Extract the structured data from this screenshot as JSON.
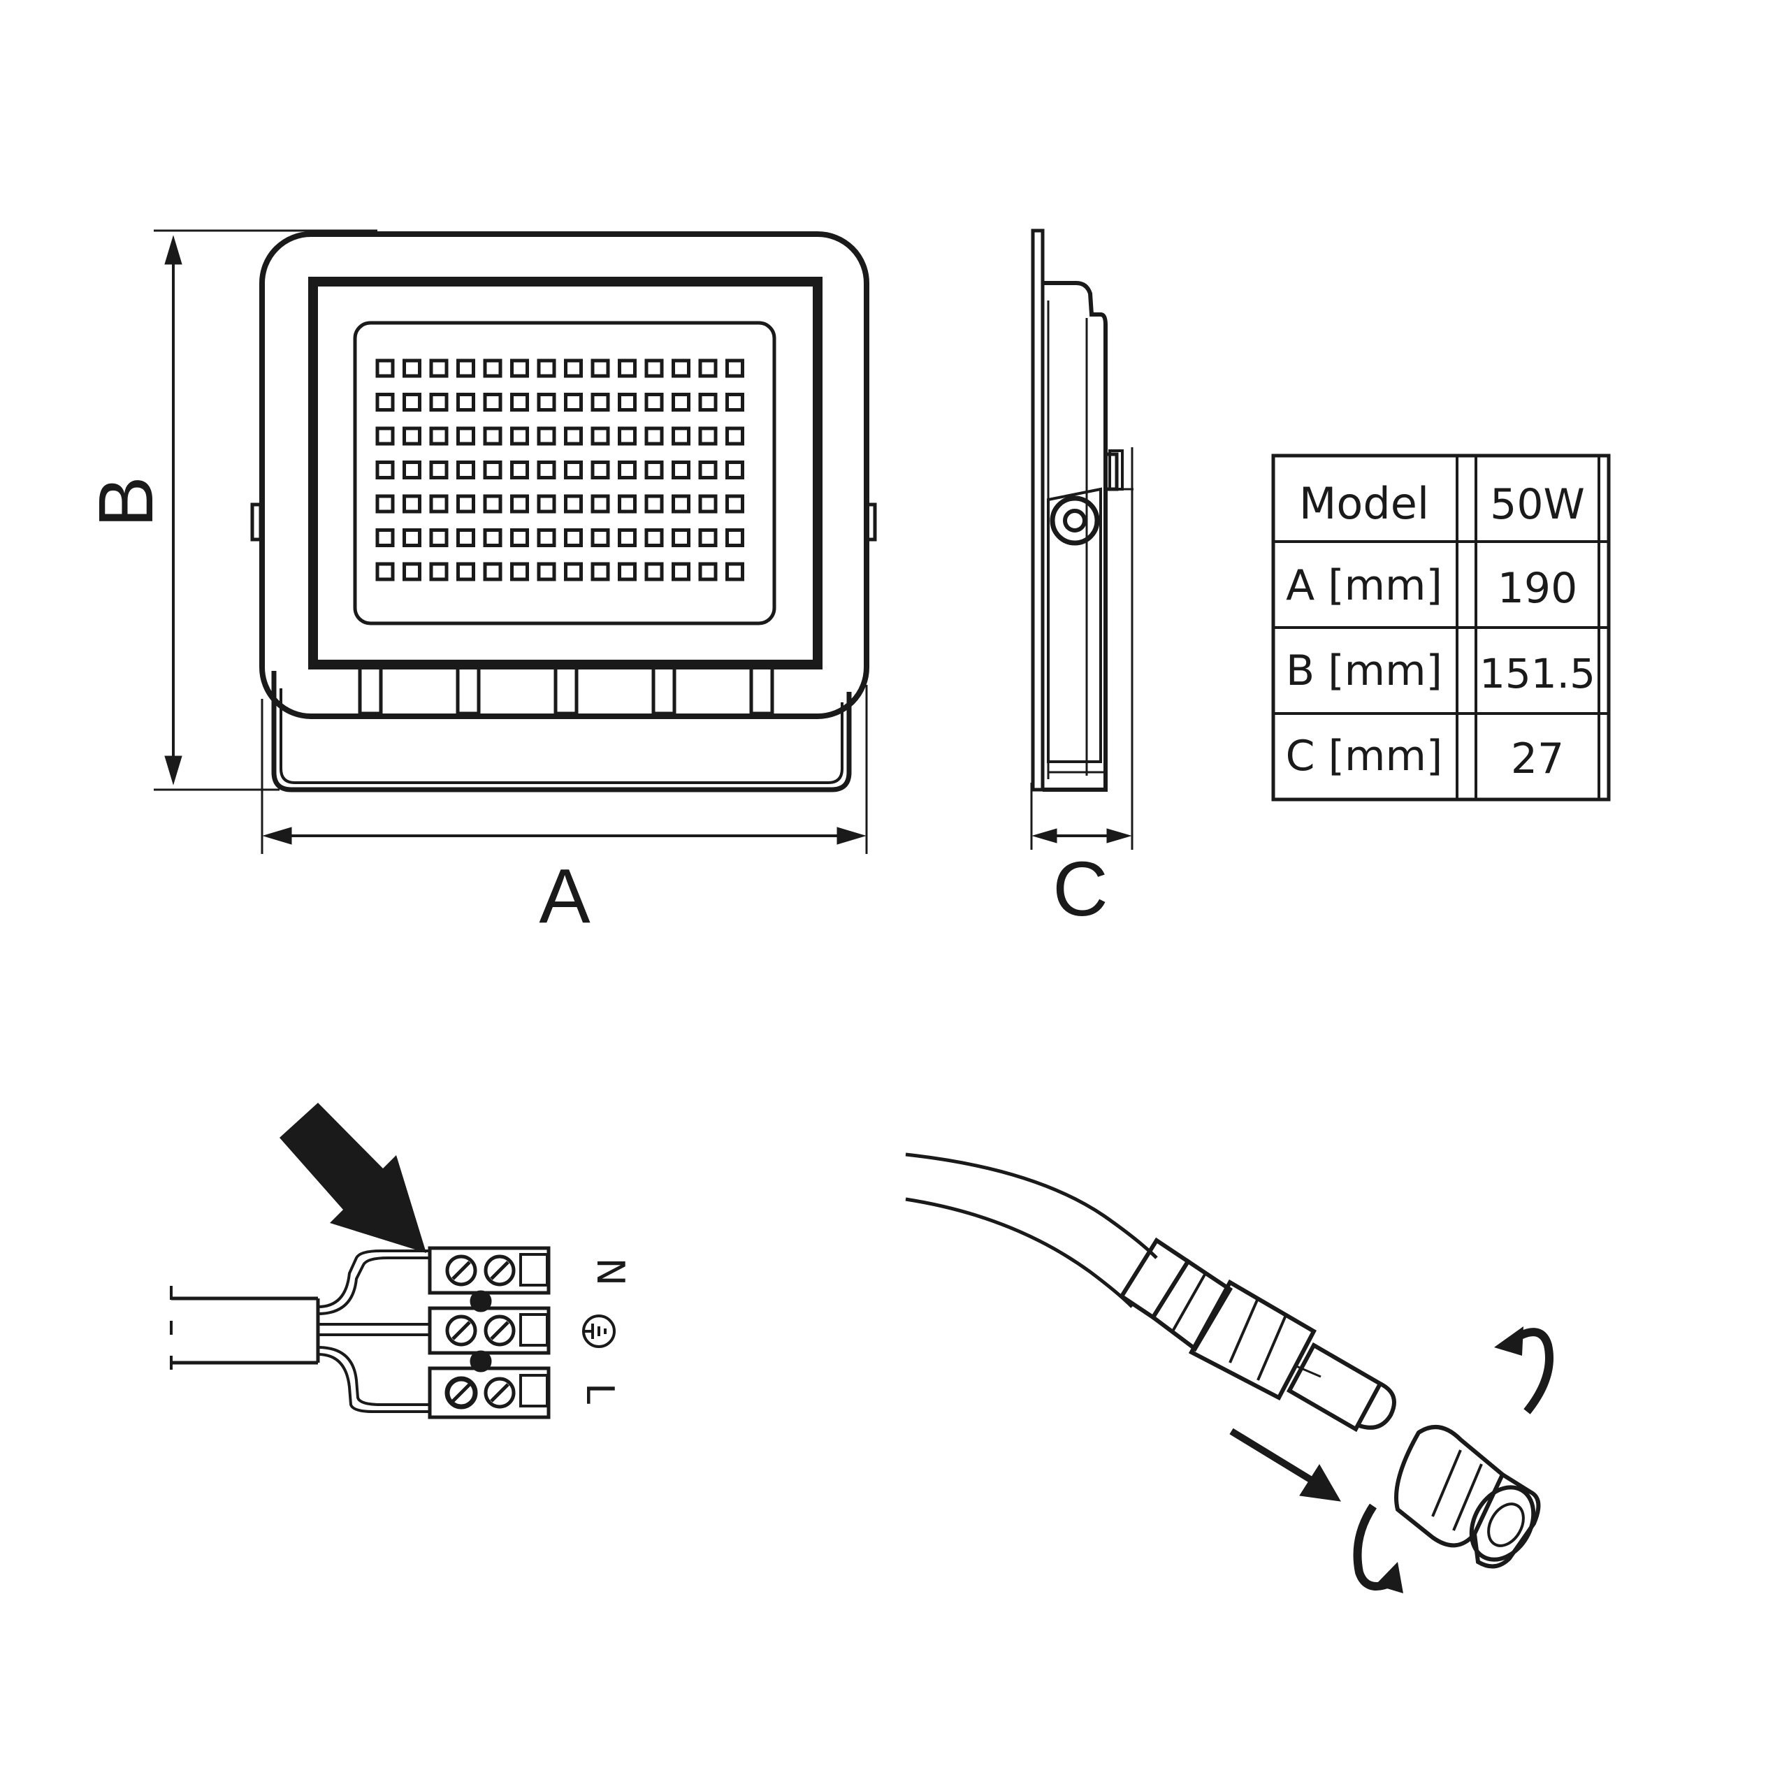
{
  "dimensions": {
    "width_label": "A",
    "height_label": "B",
    "depth_label": "C"
  },
  "spec_table": {
    "header": {
      "label": "Model",
      "value": "50W"
    },
    "rows": [
      {
        "label": "A [mm]",
        "value": "190"
      },
      {
        "label": "B [mm]",
        "value": "151.5"
      },
      {
        "label": "C [mm]",
        "value": "27"
      }
    ]
  },
  "wiring": {
    "terminals": [
      "N",
      "L"
    ]
  },
  "icons": {
    "ground": "earth-ground-symbol",
    "insert_arrow": "thick-down-arrow",
    "rotate": "curved-rotate-arrow",
    "pull": "straight-arrow"
  },
  "colors": {
    "line": "#1a1a1a",
    "background": "#ffffff"
  }
}
